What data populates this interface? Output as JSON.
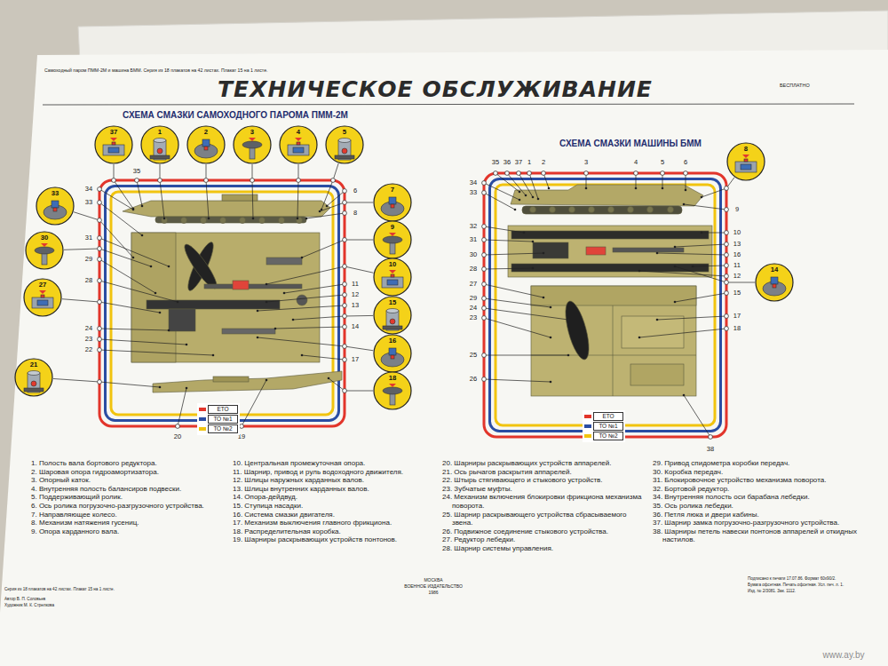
{
  "diagram": {
    "title": "ТЕХНИЧЕСКОЕ ОБСЛУЖИВАНИЕ",
    "nodes": [
      {
        "text": [
          "СХЕМА СМАЗКИ САМОХОДНОГО ПАРОМА ПММ-2М"
        ]
      },
      {
        "text": [
          "37"
        ],
        "in": 0
      },
      {
        "text": [
          "1"
        ],
        "in": 0
      },
      {
        "text": [
          "2"
        ],
        "in": 0
      },
      {
        "text": [
          "3"
        ],
        "in": 0
      },
      {
        "text": [
          "4"
        ],
        "in": 0
      },
      {
        "text": [
          "5"
        ],
        "in": 0
      },
      {
        "text": [
          "33"
        ],
        "in": 0
      },
      {
        "text": [
          "30"
        ],
        "in": 0
      },
      {
        "text": [
          "27"
        ],
        "in": 0
      },
      {
        "text": [
          "21"
        ],
        "in": 0
      },
      {
        "text": [
          "7"
        ],
        "in": 0
      },
      {
        "text": [
          "9"
        ],
        "in": 0
      },
      {
        "text": [
          "10"
        ],
        "in": 0
      },
      {
        "text": [
          "15"
        ],
        "in": 0
      },
      {
        "text": [
          "16"
        ],
        "in": 0
      },
      {
        "text": [
          "18"
        ],
        "in": 0
      },
      {
        "text": [
          "СХЕМА СМАЗКИ МАШИНЫ БММ"
        ]
      },
      {
        "text": [
          "8"
        ],
        "in": 17
      },
      {
        "text": [
          "14"
        ],
        "in": 17
      }
    ],
    "labels": [
      "Самоходный паром ПММ-2М и машина БММ. Серия из 18 плакатов на 42 листах. Плакат 15 на 1 листе.",
      "БЕСПЛАТНО",
      "35",
      "34",
      "33",
      "31",
      "29",
      "28",
      "24",
      "23",
      "22",
      "6",
      "8",
      "11",
      "12",
      "13",
      "14",
      "17",
      "20",
      "19",
      "35",
      "36",
      "37",
      "1",
      "2",
      "3",
      "4",
      "5",
      "6",
      "34",
      "33",
      "32",
      "31",
      "30",
      "28",
      "27",
      "29",
      "24",
      "23",
      "25",
      "26",
      "9",
      "10",
      "13",
      "16",
      "11",
      "12",
      "15",
      "17",
      "18",
      "38",
      "1. Полость вала бортового редуктора.",
      "2. Шаровая опора гидроамортизатора.",
      "3. Опорный каток.",
      "4. Внутренняя полость балансиров подвески.",
      "5. Поддерживающий ролик.",
      "6. Ось ролика погрузочно-разгрузочного устройства.",
      "7. Направляющее колесо.",
      "8. Механизм натяжения гусениц.",
      "9. Опора карданного вала.",
      "10. Центральная промежуточная опора.",
      "11. Шарнир, привод и руль водоходного движителя.",
      "12. Шлицы наружных карданных валов.",
      "13. Шлицы внутренних карданных валов.",
      "14. Опора-дейдвуд.",
      "15. Ступица насадки.",
      "16. Система смазки двигателя.",
      "17. Механизм выключения главного фрикциона.",
      "18. Распределительная коробка.",
      "19. Шарниры раскрывающих устройств понтонов.",
      "20. Шарниры раскрывающих устройств аппарелей.",
      "21. Ось рычагов раскрытия аппарелей.",
      "22. Штырь стягивающего и стыкового устройств.",
      "23. Зубчатые муфты.",
      "24. Механизм включения блокировки фрикциона механизма поворота.",
      "25. Шарнир раскрывающего устройства сбрасываемого звена.",
      "26. Подвижное соединение стыкового устройства.",
      "27. Редуктор лебедки.",
      "28. Шарнир системы управления.",
      "29. Привод спидометра коробки передач.",
      "30. Коробка передач.",
      "31. Блокировочное устройство механизма поворота.",
      "32. Бортовой редуктор.",
      "34. Внутренняя полость оси барабана лебедки.",
      "35. Ось ролика лебедки.",
      "36. Петля люка и двери кабины.",
      "37. Шарнир замка погрузочно-разгрузочного устройства.",
      "38. Шарниры петель навески понтонов аппарелей и откидных настилов.",
      "МОСКВА",
      "ВОЕННОЕ ИЗДАТЕЛЬСТВО",
      "1986",
      "Серия из 18 плакатов на 42 листах. Плакат 15 на 1 листе.",
      "Автор В. П. Соловьев",
      "Художник М. К. Стрелкова",
      "Подписано к печати 17.07.86. Формат 60x90/2.",
      "Бумага офсетная. Печать офсетная. Усл. печ. л. 1.",
      "Изд. № 2/3081. Зак. 1112.",
      "www.ay.by"
    ],
    "legend": [
      {
        "text": "ЕТО",
        "color": "#e2352b"
      },
      {
        "text": "ТО №1",
        "color": "#2a4da3"
      },
      {
        "text": "ТО №2",
        "color": "#f1c40f"
      },
      {
        "text": "ЕТО",
        "color": "#e2352b"
      },
      {
        "text": "ТО №1",
        "color": "#2a4da3"
      },
      {
        "text": "ТО №2",
        "color": "#f1c40f"
      }
    ]
  }
}
